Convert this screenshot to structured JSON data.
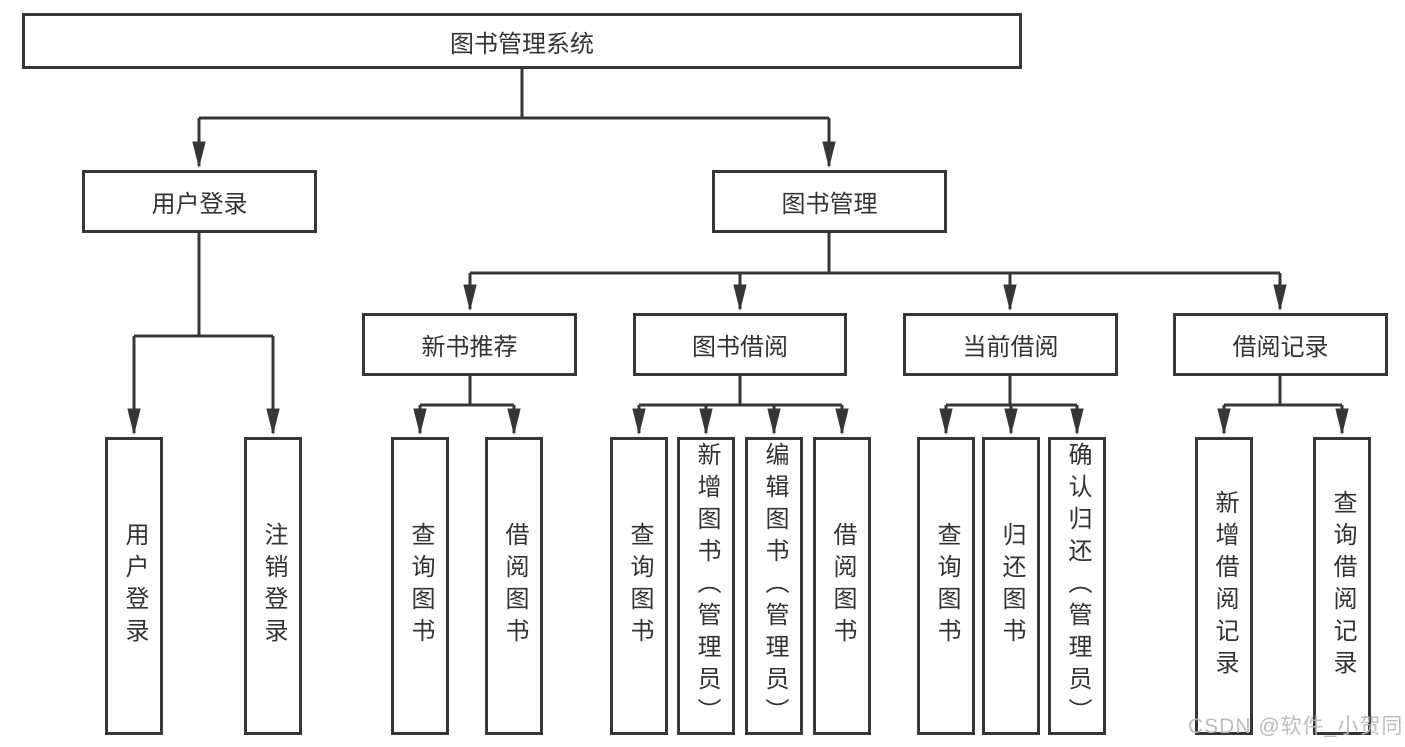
{
  "title": "图书管理系统",
  "watermark": "CSDN @软件_小贺同学",
  "colors": {
    "line": "#363636",
    "text": "#333333",
    "background": "#ffffff",
    "watermark": "#b9b9b9"
  },
  "nodes": {
    "root": "图书管理系统",
    "user_login": "用户登录",
    "book_management": "图书管理",
    "new_book_recommend": "新书推荐",
    "book_borrowing": "图书借阅",
    "current_borrowing": "当前借阅",
    "borrowing_records": "借阅记录",
    "leaves": [
      "用户登录",
      "注销登录",
      "查询图书",
      "借阅图书",
      "查询图书",
      "新增图书（管理员）",
      "编辑图书（管理员）",
      "借阅图书",
      "查询图书",
      "归还图书",
      "确认归还（管理员）",
      "新增借阅记录",
      "查询借阅记录"
    ]
  },
  "hierarchy": {
    "图书管理系统": {
      "用户登录": [
        "用户登录",
        "注销登录"
      ],
      "图书管理": {
        "新书推荐": [
          "查询图书",
          "借阅图书"
        ],
        "图书借阅": [
          "查询图书",
          "新增图书（管理员）",
          "编辑图书（管理员）",
          "借阅图书"
        ],
        "当前借阅": [
          "查询图书",
          "归还图书",
          "确认归还（管理员）"
        ],
        "借阅记录": [
          "新增借阅记录",
          "查询借阅记录"
        ]
      }
    }
  }
}
